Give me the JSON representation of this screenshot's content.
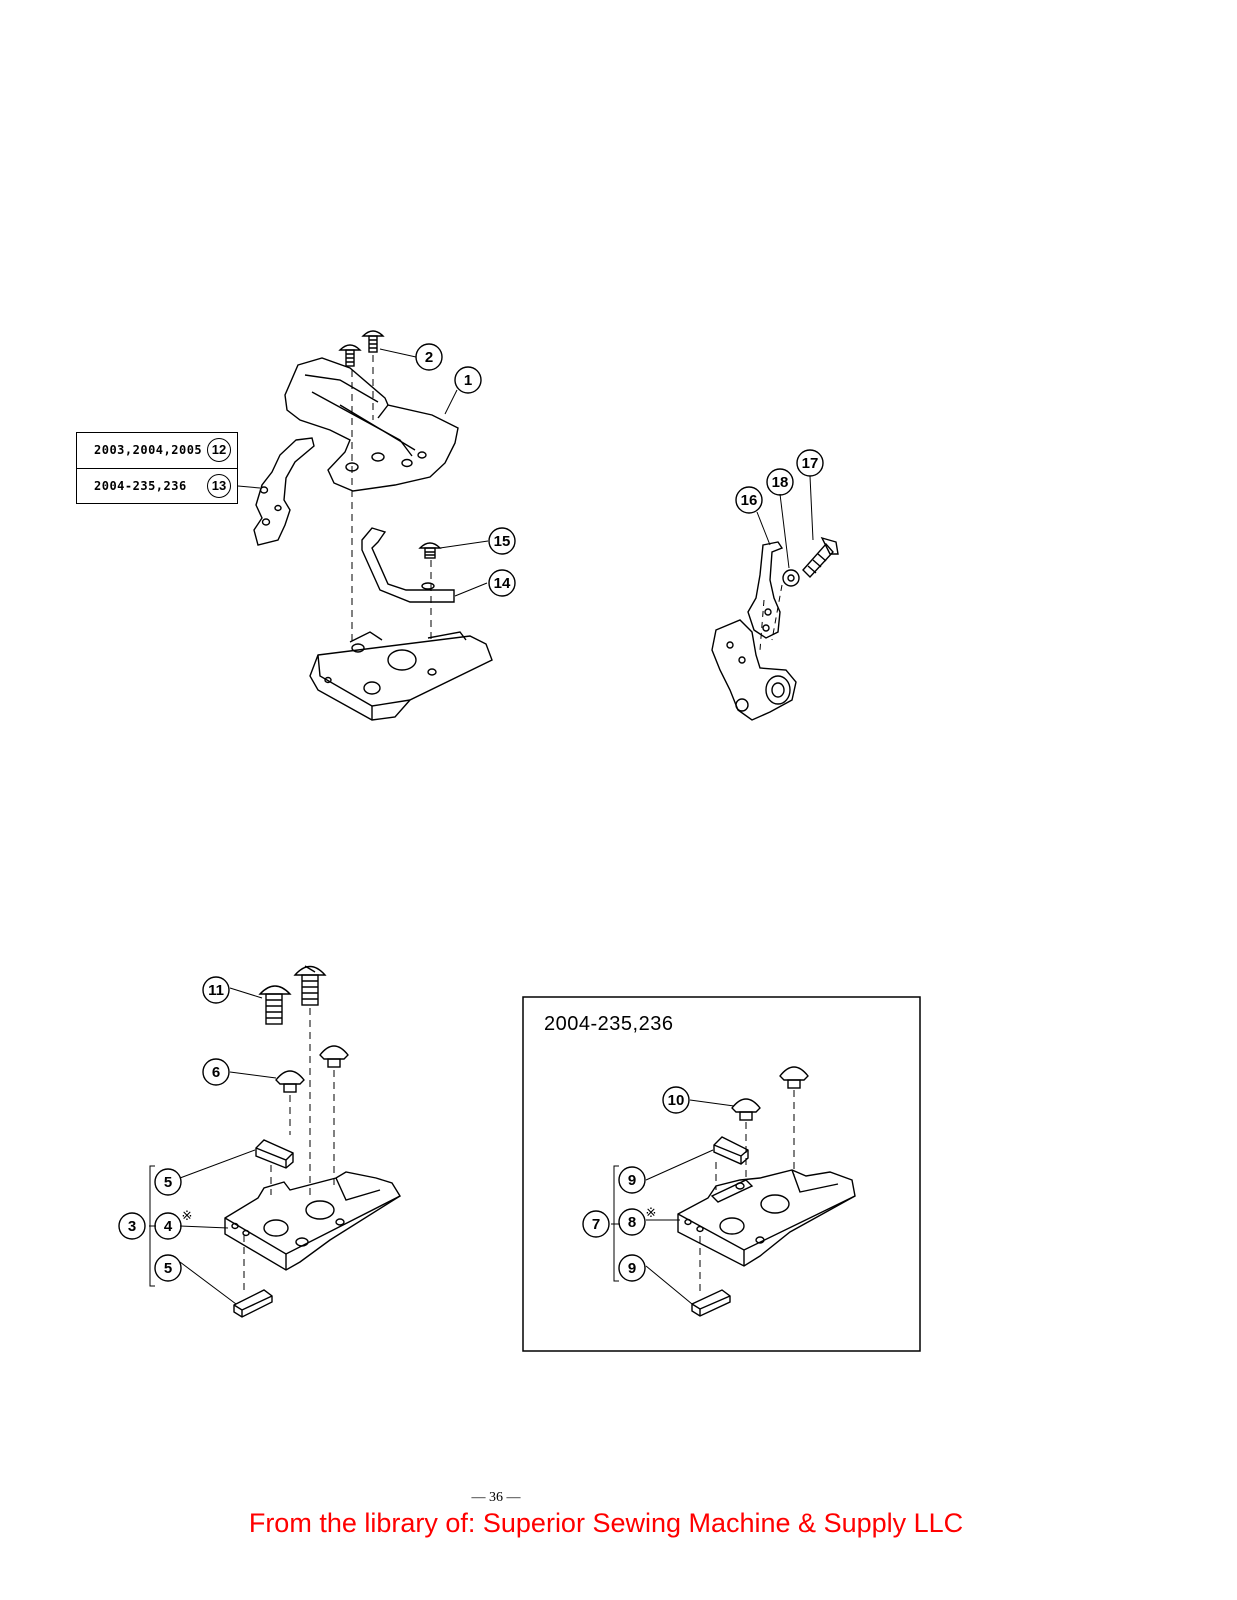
{
  "model_table": [
    {
      "models": "2003,2004,2005",
      "part": "12"
    },
    {
      "models": "2004-235,236",
      "part": "13"
    }
  ],
  "callouts": {
    "c1": "1",
    "c2": "2",
    "c3": "3",
    "c4": "4",
    "c5a": "5",
    "c5b": "5",
    "c6": "6",
    "c7": "7",
    "c8": "8",
    "c9a": "9",
    "c9b": "9",
    "c10": "10",
    "c11": "11",
    "c14": "14",
    "c15": "15",
    "c16": "16",
    "c17": "17",
    "c18": "18"
  },
  "reference_mark": "※",
  "variant_box_title": "2004-235,236",
  "page_number": "— 36 —",
  "footer": "From the library of: Superior Sewing Machine & Supply LLC"
}
